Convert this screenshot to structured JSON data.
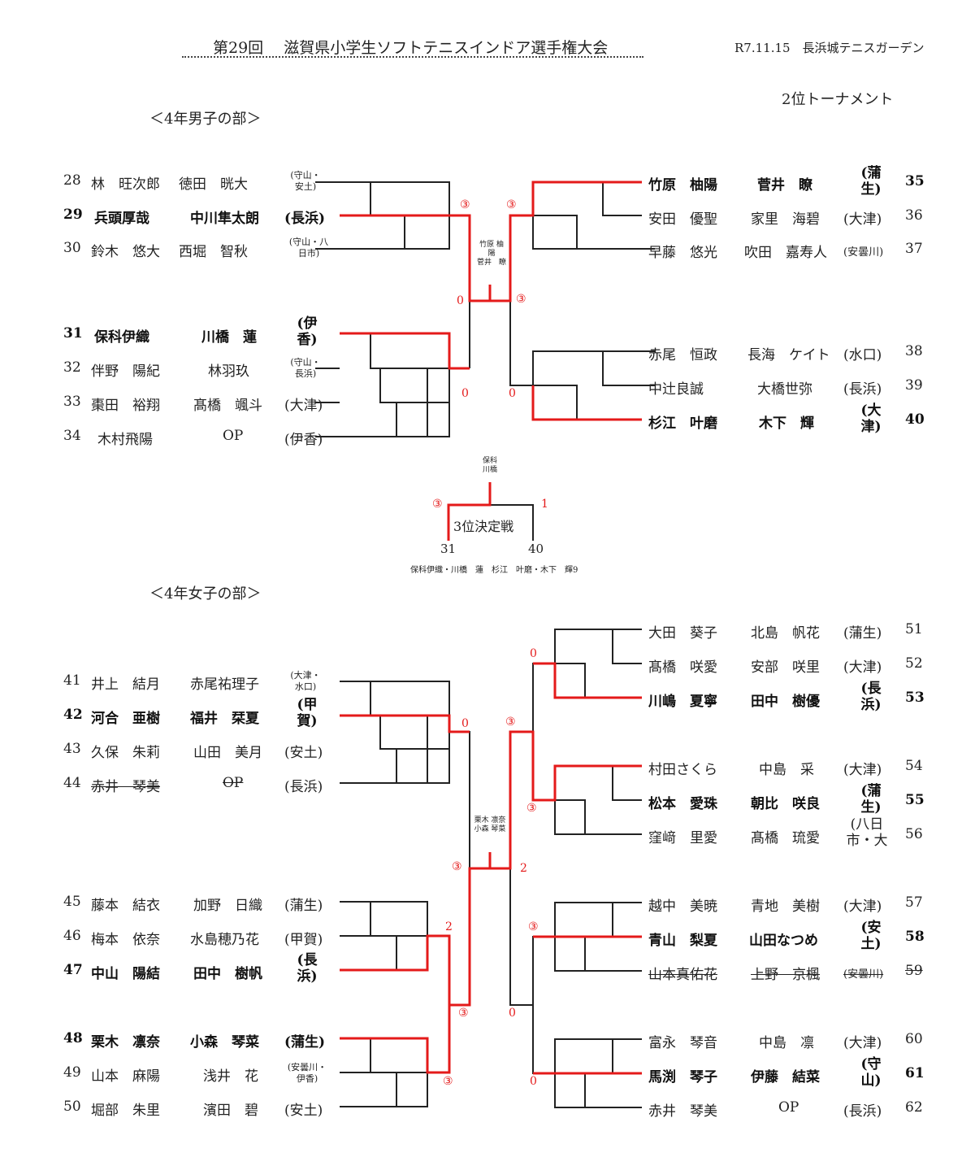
{
  "header": {
    "title": "第29回　 滋賀県小学生ソフトテニスインドア選手権大会",
    "meta": "R7.11.15　長浜城テニスガーデン",
    "subtitle": "2位トーナメント"
  },
  "boys": {
    "section": "＜4年男子の部＞",
    "left": [
      {
        "no": "28",
        "p1": "林　旺次郎",
        "p2": "徳田　晄大",
        "team": "(守山・安土)"
      },
      {
        "no": "29",
        "p1": "兵頭厚哉",
        "p2": "中川隼太朗",
        "team": "(長浜)"
      },
      {
        "no": "30",
        "p1": "鈴木　悠大",
        "p2": "西堀　智秋",
        "team": "(守山・八日市)"
      },
      {
        "no": "31",
        "p1": "保科伊織",
        "p2": "川橋　蓮",
        "team": "(伊香)"
      },
      {
        "no": "32",
        "p1": "伴野　陽紀",
        "p2": "林羽玖",
        "team": "(守山・長浜)"
      },
      {
        "no": "33",
        "p1": "棗田　裕翔",
        "p2": "髙橋　颯斗",
        "team": "(大津)"
      },
      {
        "no": "34",
        "p1": "木村飛陽",
        "p2": "OP",
        "team": "(伊香)"
      }
    ],
    "right": [
      {
        "no": "35",
        "p1": "竹原　柚陽",
        "p2": "菅井　瞭",
        "team": "(蒲生)"
      },
      {
        "no": "36",
        "p1": "安田　優聖",
        "p2": "家里　海碧",
        "team": "(大津)"
      },
      {
        "no": "37",
        "p1": "早藤　悠光",
        "p2": "吹田　嘉寿人",
        "team": "(安曇川)"
      },
      {
        "no": "38",
        "p1": "赤尾　恒政",
        "p2": "長海　ケイト",
        "team": "(水口)"
      },
      {
        "no": "39",
        "p1": "中辻良誠",
        "p2": "大橋世弥",
        "team": "(長浜)"
      },
      {
        "no": "40",
        "p1": "杉江　叶磨",
        "p2": "木下　輝",
        "team": "(大津)"
      }
    ],
    "winner_l1": "竹原 柚",
    "winner_l2": "陽",
    "winner_l3": "菅井　瞭",
    "scores": {
      "s1": "③",
      "s2": "③",
      "s3": "0",
      "s4": "③",
      "s5": "0",
      "s6": "0"
    },
    "third": {
      "name_l1": "保科",
      "name_l2": "川橋",
      "title": "3位決定戦",
      "left_score": "③",
      "right_score": "1",
      "left_no": "31",
      "right_no": "40",
      "caption": "保科伊織・川橋　蓮　杉江　叶磨・木下　輝9"
    }
  },
  "girls": {
    "section": "＜4年女子の部＞",
    "left": [
      {
        "no": "41",
        "p1": "井上　結月",
        "p2": "赤尾祐理子",
        "team": "(大津・水口)"
      },
      {
        "no": "42",
        "p1": "河合　亜樹",
        "p2": "福井　栞夏",
        "team": "(甲賀)"
      },
      {
        "no": "43",
        "p1": "久保　朱莉",
        "p2": "山田　美月",
        "team": "(安土)"
      },
      {
        "no": "44",
        "p1": "赤井　琴美",
        "p2": "OP",
        "team": "(長浜)"
      },
      {
        "no": "45",
        "p1": "藤本　結衣",
        "p2": "加野　日織",
        "team": "(蒲生)"
      },
      {
        "no": "46",
        "p1": "梅本　依奈",
        "p2": "水島穂乃花",
        "team": "(甲賀)"
      },
      {
        "no": "47",
        "p1": "中山　陽結",
        "p2": "田中　樹帆",
        "team": "(長浜)"
      },
      {
        "no": "48",
        "p1": "栗木　凛奈",
        "p2": "小森　琴菜",
        "team": "(蒲生)"
      },
      {
        "no": "49",
        "p1": "山本　麻陽",
        "p2": "浅井　花",
        "team": "(安曇川・伊香)"
      },
      {
        "no": "50",
        "p1": "堀部　朱里",
        "p2": "濱田　碧",
        "team": "(安土)"
      }
    ],
    "right": [
      {
        "no": "51",
        "p1": "大田　葵子",
        "p2": "北島　帆花",
        "team": "(蒲生)"
      },
      {
        "no": "52",
        "p1": "髙橋　咲愛",
        "p2": "安部　咲里",
        "team": "(大津)"
      },
      {
        "no": "53",
        "p1": "川嶋　夏寧",
        "p2": "田中　樹優",
        "team": "(長浜)"
      },
      {
        "no": "54",
        "p1": "村田さくら",
        "p2": "中島　采",
        "team": "(大津)"
      },
      {
        "no": "55",
        "p1": "松本　愛珠",
        "p2": "朝比　咲良",
        "team": "(蒲生)"
      },
      {
        "no": "56",
        "p1": "窪﨑　里愛",
        "p2": "髙橋　琉愛",
        "team": "(八日市・大"
      },
      {
        "no": "57",
        "p1": "越中　美暁",
        "p2": "青地　美樹",
        "team": "(大津)"
      },
      {
        "no": "58",
        "p1": "青山　梨夏",
        "p2": "山田なつめ",
        "team": "(安土)"
      },
      {
        "no": "59",
        "p1": "山本真佑花",
        "p2": "上野　京楓",
        "team": "(安曇川)"
      },
      {
        "no": "60",
        "p1": "富永　琴音",
        "p2": "中島　凛",
        "team": "(大津)"
      },
      {
        "no": "61",
        "p1": "馬渕　琴子",
        "p2": "伊藤　結菜",
        "team": "(守山)"
      },
      {
        "no": "62",
        "p1": "赤井　琴美",
        "p2": "OP",
        "team": "(長浜)"
      }
    ],
    "winner_l1": "栗木 凛奈",
    "winner_l2": "小森 琴菜",
    "scores": {
      "a": "0",
      "b": "2",
      "c": "③",
      "d": "③",
      "e": "③",
      "f": "2",
      "g": "0",
      "h": "③",
      "i": "③",
      "j": "③",
      "k": "0",
      "l": "0"
    }
  }
}
